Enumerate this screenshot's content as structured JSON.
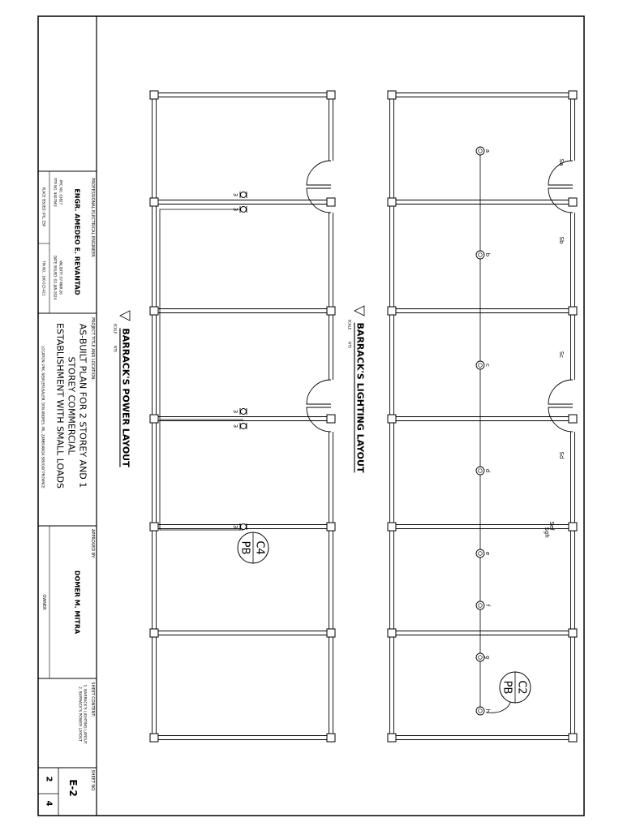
{
  "lighting": {
    "title": "BARRACK'S LIGHTING LAYOUT",
    "scale_label": "SCALE",
    "scale_value": "NTS",
    "fixtures": [
      "a",
      "b",
      "c",
      "d",
      "e",
      "f",
      "g",
      "h"
    ],
    "switches": [
      "Sa",
      "Sb",
      "Sc",
      "Sd",
      "Sef",
      "Sgh"
    ],
    "panel_circuit": "C2",
    "panel_label": "PB"
  },
  "power": {
    "title": "BARRACK'S POWER LAYOUT",
    "scale_label": "SCALE",
    "scale_value": "NTS",
    "outlet_count": "3",
    "panel_circuit": "C4",
    "panel_label": "PB"
  },
  "title_block": {
    "engineer_role": "PROFESSIONAL ELECTRICAL ENGINEER",
    "engineer_name": "ENGR. AMEDEO E. REVANTAD",
    "prc_no": "PRC NO.    03827",
    "ptr_no": "PTR NO.    9407963",
    "place_issued": "PLACE ISSUED: IPIL, ZSP",
    "validity": "VALIDITY: 07-MAR-26",
    "date_issued": "DATE ISSUED: 02-JAN-2024",
    "tin": "TIN NO.: 160-523-411",
    "project_label": "PROJECT TITLE AND LOCATION:",
    "project_line1": "AS-BUILT PLAN FOR 2 STOREY AND 1",
    "project_line2": "STOREY COMMERCIAL",
    "project_line3": "ESTABLISHMENT WITH SMALL LOADS",
    "location": "LOCATION:  PRK. NEW JERUSALEM, DON ANDRES, IPIL, ZAMBOANGA SIBUGAY PROVINCE",
    "approved_label": "APPROVED BY:",
    "owner_name": "DOMER M. MITRA",
    "owner_role": "OWNER",
    "sheet_content_label": "SHEET CONTENT:",
    "sheet_content_1": "1.   BARRACK'S LIGHTING LAYOUT",
    "sheet_content_2": "2.   BARRACK'S POWER LAYOUT",
    "sheet_no_label": "SHEET NO.",
    "sheet_no": "E-2",
    "sheet_index": "2",
    "sheet_total": "4"
  }
}
